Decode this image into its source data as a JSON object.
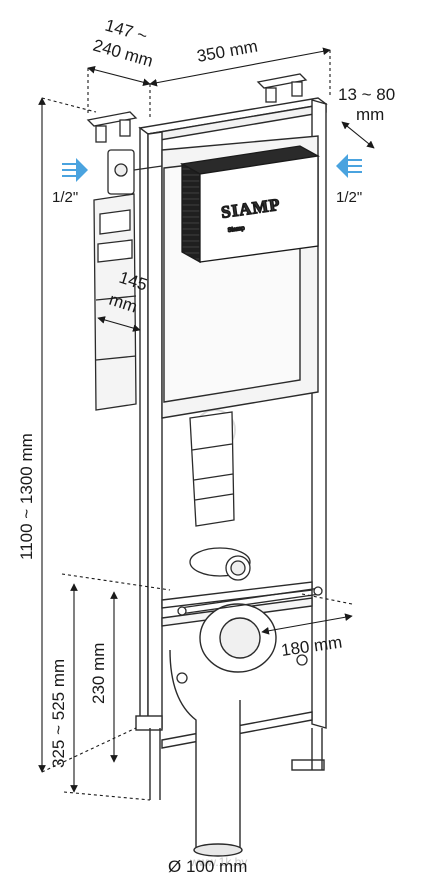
{
  "dimensions": {
    "frame_width": "350 mm",
    "bracket_depth_line1": "147 ~",
    "bracket_depth_line2": "240 mm",
    "wall_offset_line1": "13 ~ 80",
    "wall_offset_line2": "mm",
    "inlet_left": "1/2\"",
    "inlet_right": "1/2\"",
    "tank_depth_line1": "145",
    "tank_depth_line2": "mm",
    "total_height": "1100 ~ 1300 mm",
    "bolt_height": "325 ~ 525 mm",
    "bolt_height_inner": "230 mm",
    "bolt_spacing": "180 mm",
    "drain_diameter": "Ø 100 mm"
  },
  "brand": {
    "name": "SIAMP",
    "model": "Siamp"
  },
  "watermark": {
    "logo": "1K",
    "site": "www.1k.by"
  },
  "colors": {
    "line": "#2b2b2b",
    "frame_fill": "#ffffff",
    "tank_fill": "#f4f4f4",
    "button_panel": "#1f1f1f",
    "arrow_blue": "#4aa3df"
  }
}
